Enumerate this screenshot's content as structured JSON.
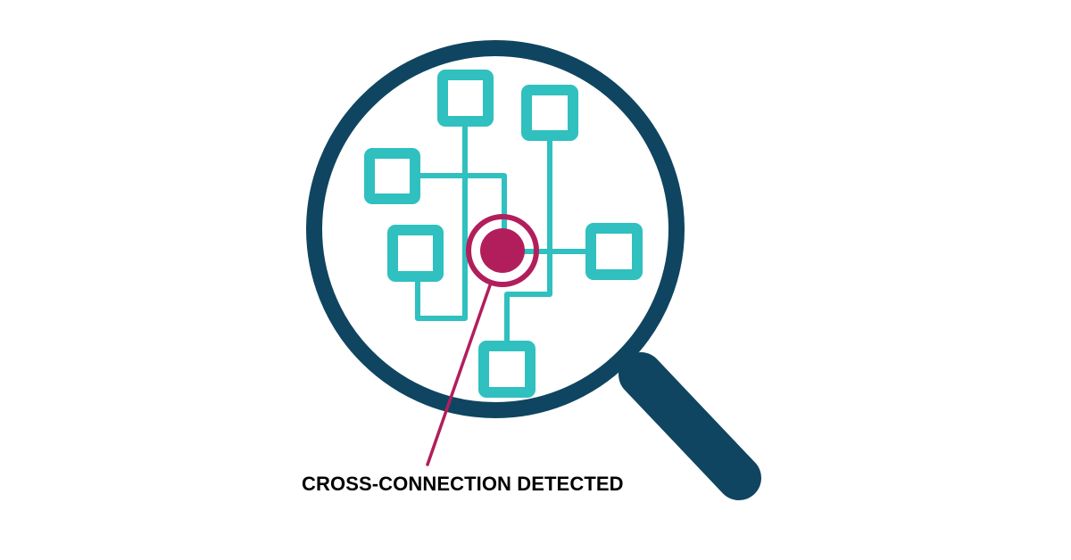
{
  "caption": {
    "text": "CROSS-CONNECTION DETECTED"
  },
  "colors": {
    "magnifier": "#0f4560",
    "network": "#2fc0bf",
    "alert": "#b21e5c",
    "caption": "#000000",
    "background": "#ffffff"
  },
  "icons": {
    "magnifier": "magnifying-glass-icon",
    "network": "network-nodes-icon",
    "alert_target": "target-marker-icon"
  },
  "network": {
    "node_count": 6,
    "nodes": [
      {
        "id": "top-center"
      },
      {
        "id": "top-right"
      },
      {
        "id": "left-upper"
      },
      {
        "id": "left-lower"
      },
      {
        "id": "right"
      },
      {
        "id": "bottom"
      }
    ]
  }
}
